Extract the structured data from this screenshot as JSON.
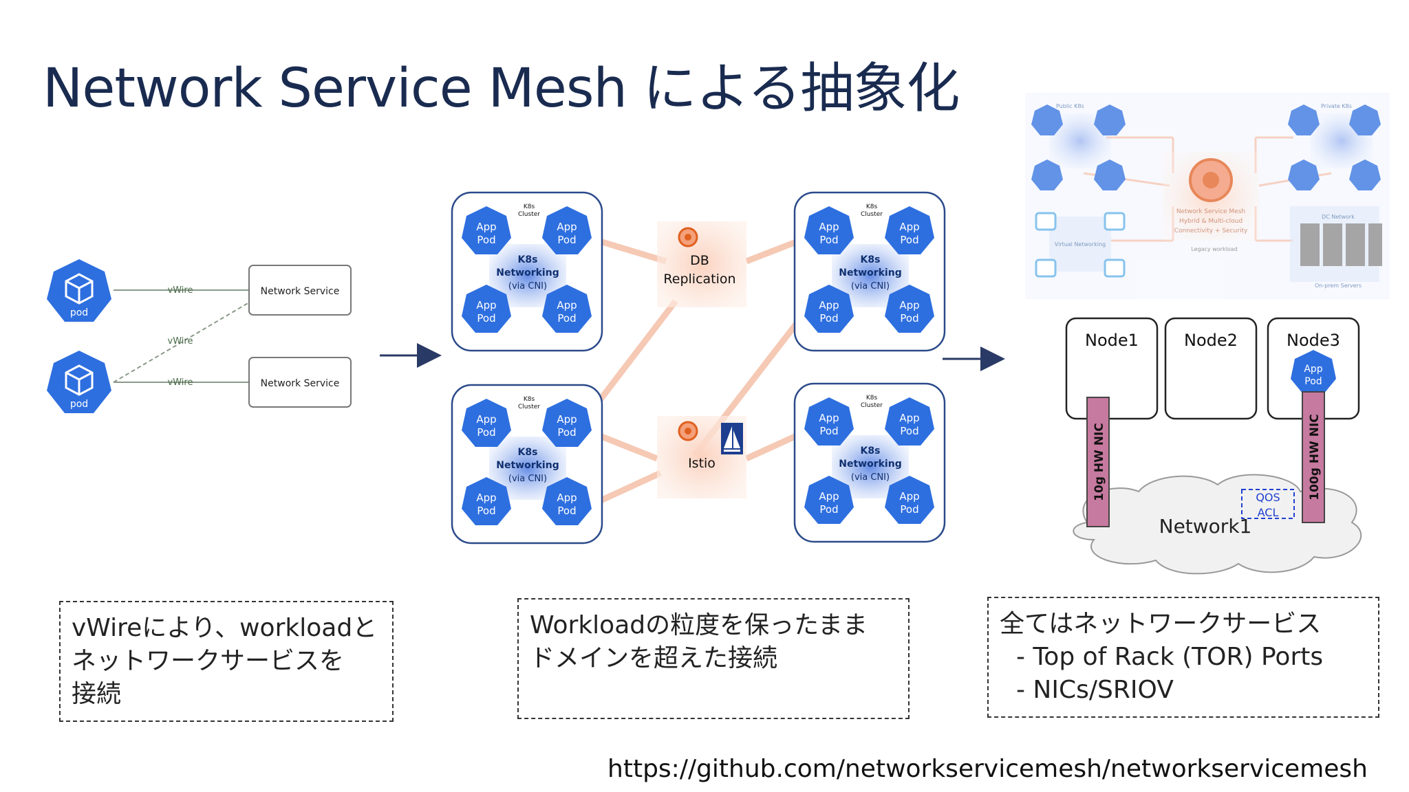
{
  "title": "Network Service Mesh による抽象化",
  "left": {
    "pod_label": "pod",
    "network_service_label": "Network Service",
    "vwire_label": "vWire"
  },
  "middle": {
    "app_pod": [
      "App",
      "Pod"
    ],
    "cluster_label": [
      "K8s",
      "Cluster"
    ],
    "networking_label": [
      "K8s",
      "Networking",
      "(via CNI)"
    ],
    "db_replication": [
      "DB",
      "Replication"
    ],
    "istio": "Istio"
  },
  "right": {
    "nodes": [
      "Node1",
      "Node2",
      "Node3"
    ],
    "node3_pod": [
      "App",
      "Pod"
    ],
    "nic_10g": "10g HW NIC",
    "nic_100g": "100g HW NIC",
    "network": "Network1",
    "qos": "QOS",
    "acl": "ACL",
    "thumbnail": {
      "public": "Public K8s",
      "private": "Private K8s",
      "center": [
        "Network Service Mesh",
        "Hybrid & Multi-cloud",
        "Connectivity + Security"
      ],
      "vm_net": "Virtual Networking",
      "dc": "DC Network",
      "onprem": "On-prem Servers",
      "legacy": "Legacy workload"
    }
  },
  "captions": {
    "left": [
      "vWireにより、workloadと",
      "ネットワークサービスを",
      "接続"
    ],
    "middle": [
      "Workloadの粒度を保ったまま",
      "ドメインを超えた接続"
    ],
    "right": [
      "全てはネットワークサービス",
      "- Top of Rack (TOR) Ports",
      "- NICs/SRIOV"
    ]
  },
  "url": "https://github.com/networkservicemesh/networkservicemesh",
  "colors": {
    "title": "#1a2b50",
    "pod_blue": "#2e6fe0",
    "cluster_border": "#2a4a8a",
    "nic_fill": "#c77aa0",
    "connector": "#f5c9b4",
    "arrow": "#2a3a66",
    "qos_blue": "#1f3fd0"
  }
}
